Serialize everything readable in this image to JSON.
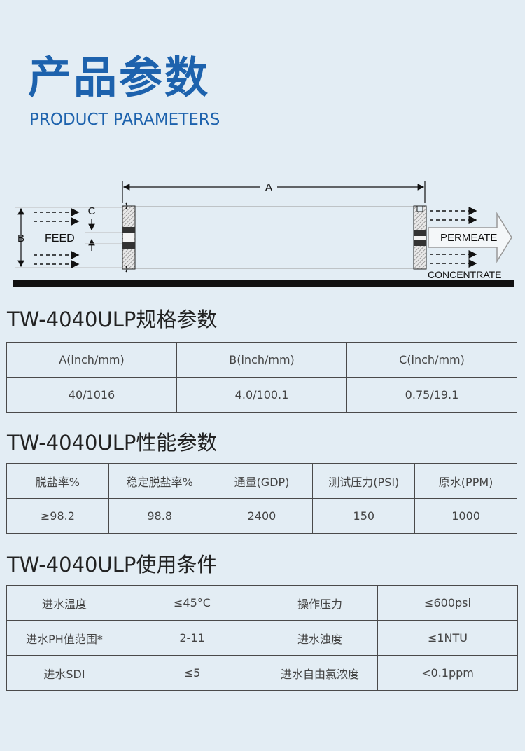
{
  "header": {
    "title_cn": "产品参数",
    "title_en": "PRODUCT PARAMETERS"
  },
  "diagram": {
    "dim_a": "A",
    "dim_b": "B",
    "dim_c": "C",
    "feed": "FEED",
    "permeate": "PERMEATE",
    "concentrate": "CONCENTRATE"
  },
  "spec": {
    "title": "TW-4040ULP规格参数",
    "headers": [
      "A(inch/mm)",
      "B(inch/mm)",
      "C(inch/mm)"
    ],
    "values": [
      "40/1016",
      "4.0/100.1",
      "0.75/19.1"
    ]
  },
  "performance": {
    "title": "TW-4040ULP性能参数",
    "headers": [
      "脱盐率%",
      "稳定脱盐率%",
      "通量(GDP)",
      "测试压力(PSI)",
      "原水(PPM)"
    ],
    "values": [
      "≥98.2",
      "98.8",
      "2400",
      "150",
      "1000"
    ]
  },
  "conditions": {
    "title": "TW-4040ULP使用条件",
    "rows": [
      [
        "进水温度",
        "≤45°C",
        "操作压力",
        "≤600psi"
      ],
      [
        "进水PH值范围*",
        "2-11",
        "进水浊度",
        "≤1NTU"
      ],
      [
        "进水SDI",
        "≤5",
        "进水自由氯浓度",
        "<0.1ppm"
      ]
    ]
  }
}
